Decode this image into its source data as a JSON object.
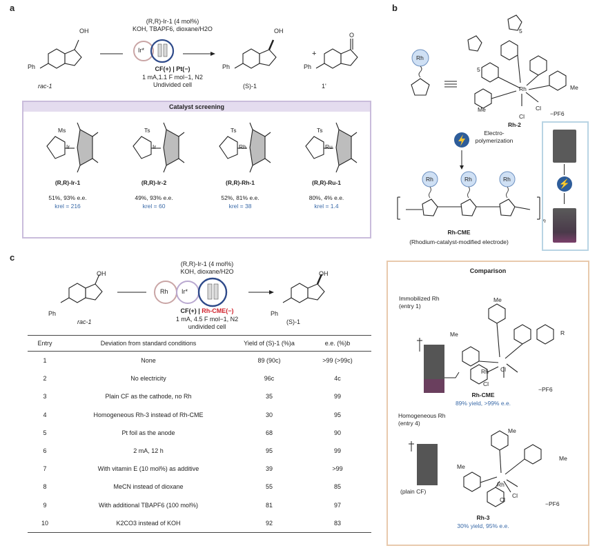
{
  "panels": {
    "a": "a",
    "b": "b",
    "c": "c"
  },
  "a": {
    "reagents": [
      "(R,R)-Ir-1 (4 mol%)",
      "KOH, TBAPF6, dioxane/H2O"
    ],
    "electrodes": "CF(+) | Pt(−)",
    "conditions": [
      "1 mA,1.1 F mol−1, N2",
      "Undivided cell"
    ],
    "cycle_label": "Ir*",
    "compounds": [
      "rac-1",
      "(S)-1",
      "+",
      "1'"
    ],
    "substituents": {
      "ph": "Ph",
      "oh": "OH",
      "o": "O"
    },
    "screening_title": "Catalyst screening",
    "catalysts": [
      {
        "name": "(R,R)-Ir-1",
        "result": "51%, 93% e.e.",
        "krel": "krel = 216",
        "tag": "Ms",
        "metal": "Ir"
      },
      {
        "name": "(R,R)-Ir-2",
        "result": "49%, 93% e.e.",
        "krel": "krel = 60",
        "tag": "Ts",
        "metal": "Ir"
      },
      {
        "name": "(R,R)-Rh-1",
        "result": "52%, 81% e.e.",
        "krel": "krel = 38",
        "tag": "Ts",
        "metal": "Rh"
      },
      {
        "name": "(R,R)-Ru-1",
        "result": "80%, 4% e.e.",
        "krel": "krel = 1.4",
        "tag": "Ts",
        "metal": "Ru"
      }
    ]
  },
  "b": {
    "rh_label": "Rh",
    "complex_name": "Rh-2",
    "counterion": "−PF6",
    "subscript5": "5",
    "me": "Me",
    "cl": "Cl",
    "electropolymerization": [
      "Electro-",
      "polymerization"
    ],
    "polymer_name": "Rh-CME",
    "polymer_desc": "(Rhodium-catalyst-modified electrode)",
    "n_sub": "n"
  },
  "c": {
    "reagents": [
      "(R,R)-Ir-1 (4 mol%)",
      "KOH, dioxane/H2O"
    ],
    "electrodes_left": "CF(+) | ",
    "electrodes_right": "Rh-CME(−)",
    "conditions": [
      "1 mA, 4.5 F mol−1, N2",
      "undivided cell"
    ],
    "cycle_labels": [
      "Rh",
      "Ir*"
    ],
    "compounds": [
      "rac-1",
      "(S)-1"
    ],
    "table_headers": [
      "Entry",
      "Deviation from standard conditions",
      "Yield of (S)-1 (%)a",
      "e.e. (%)b"
    ],
    "rows": [
      [
        "1",
        "None",
        "89 (90c)",
        ">99 (>99c)"
      ],
      [
        "2",
        "No electricity",
        "96c",
        "4c"
      ],
      [
        "3",
        "Plain CF as the cathode, no Rh",
        "35",
        "99"
      ],
      [
        "4",
        "Homogeneous Rh-3 instead of Rh-CME",
        "30",
        "95"
      ],
      [
        "5",
        "Pt foil as the anode",
        "68",
        "90"
      ],
      [
        "6",
        "2 mA, 12 h",
        "95",
        "99"
      ],
      [
        "7",
        "With vitamin E (10 mol%) as additive",
        "39",
        ">99"
      ],
      [
        "8",
        "MeCN instead of dioxane",
        "55",
        "85"
      ],
      [
        "9",
        "With additional TBAPF6 (100 mol%)",
        "81",
        "97"
      ],
      [
        "10",
        "K2CO3 instead of KOH",
        "92",
        "83"
      ]
    ],
    "comparison": {
      "title": "Comparison",
      "immobilized": [
        "Immobilized Rh",
        "(entry 1)"
      ],
      "immobilized_name": "Rh-CME",
      "immobilized_result": "89% yield, >99% e.e.",
      "homogeneous": [
        "Homogeneous Rh",
        "(entry 4)"
      ],
      "plain_cf": "(plain CF)",
      "homogeneous_name": "Rh-3",
      "homogeneous_result": "30% yield, 95% e.e.",
      "r_group": "R",
      "me": "Me",
      "cl": "Cl",
      "counterion": "−PF6"
    }
  },
  "colors": {
    "accent_blue": "#3a6aa8",
    "red": "#d0202a",
    "purple_border": "#c9bcdb",
    "blue_border": "#b8d4e4",
    "orange_border": "#e8c9ac",
    "rh_fill": "#cfe0f4"
  }
}
